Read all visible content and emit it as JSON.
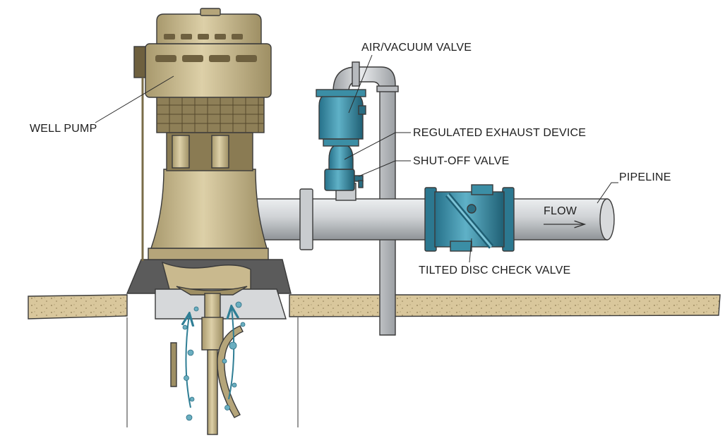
{
  "labels": {
    "air_vacuum_valve": "AIR/VACUUM VALVE",
    "regulated_exhaust_device": "REGULATED EXHAUST DEVICE",
    "shut_off_valve": "SHUT-OFF VALVE",
    "pipeline": "PIPELINE",
    "flow": "FLOW",
    "well_pump": "WELL PUMP",
    "tilted_disc_check_valve": "TILTED DISC CHECK VALVE"
  },
  "colors": {
    "pump_body": "#c9b98e",
    "pump_dark": "#6e603f",
    "valve_blue": "#3a8fa6",
    "pipe_gray": "#c4c6c9",
    "ground": "#d8c59a",
    "base_dark": "#5b5b5b",
    "water_arrow": "#2f7e95"
  },
  "icons": [
    "flow-arrow-icon",
    "water-bubble-icon"
  ]
}
